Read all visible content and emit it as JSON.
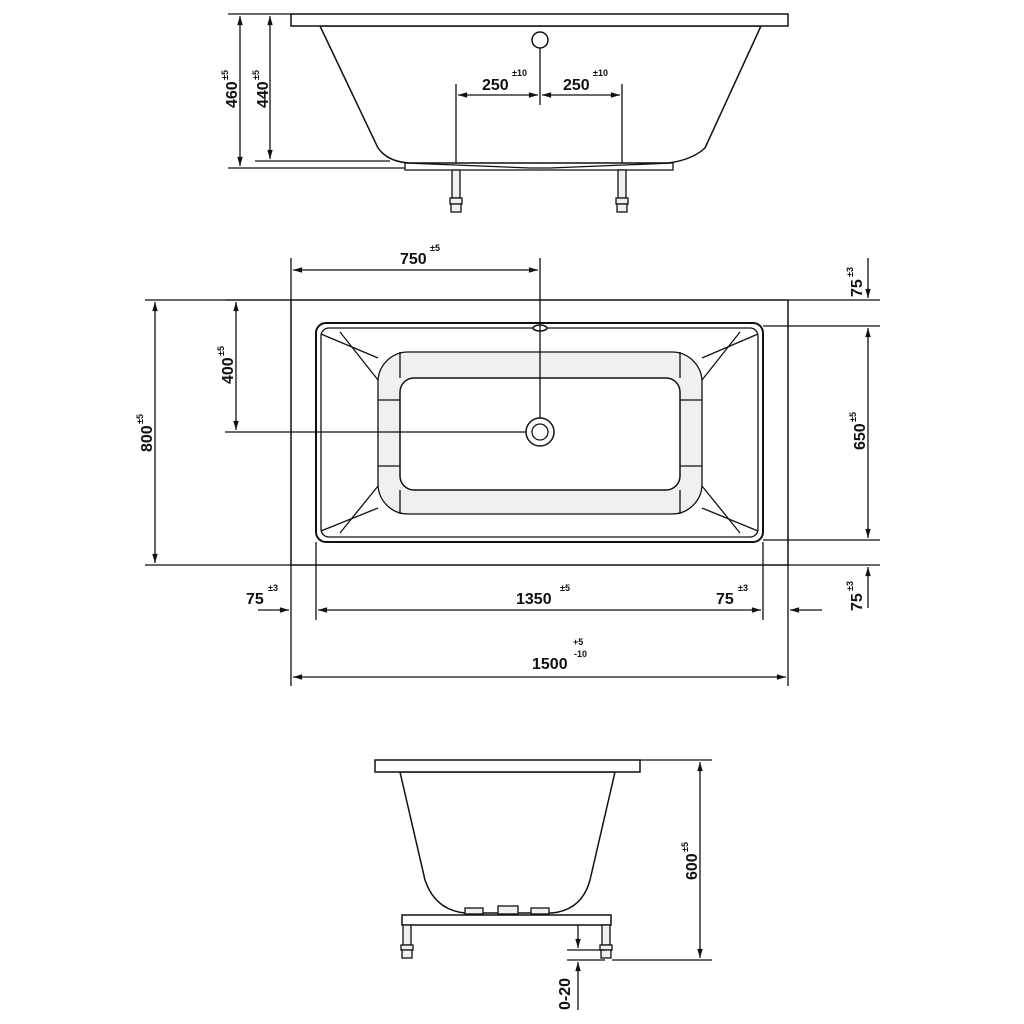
{
  "side_view_long": {
    "height_total": {
      "value": "460",
      "tol": "±5"
    },
    "height_inner": {
      "value": "440",
      "tol": "±5"
    },
    "leg_left": {
      "value": "250",
      "tol": "±10"
    },
    "leg_right": {
      "value": "250",
      "tol": "±10"
    }
  },
  "plan_view": {
    "drain_x": {
      "value": "750",
      "tol": "±5"
    },
    "drain_y": {
      "value": "400",
      "tol": "±5"
    },
    "width": {
      "value": "800",
      "tol": "±5"
    },
    "inner_width": {
      "value": "650",
      "tol": "±5"
    },
    "rim_top": {
      "value": "75",
      "tol": "±3"
    },
    "rim_bottom": {
      "value": "75",
      "tol": "±3"
    },
    "rim_left": {
      "value": "75",
      "tol": "±3"
    },
    "inner_length": {
      "value": "1350",
      "tol": "±5"
    },
    "rim_right": {
      "value": "75",
      "tol": "±3"
    },
    "length": {
      "value": "1500",
      "tol_plus": "+5",
      "tol_minus": "-10"
    }
  },
  "side_view_short": {
    "height": {
      "value": "600",
      "tol": "±5"
    },
    "leg_adjust": {
      "value": "0-20"
    }
  }
}
